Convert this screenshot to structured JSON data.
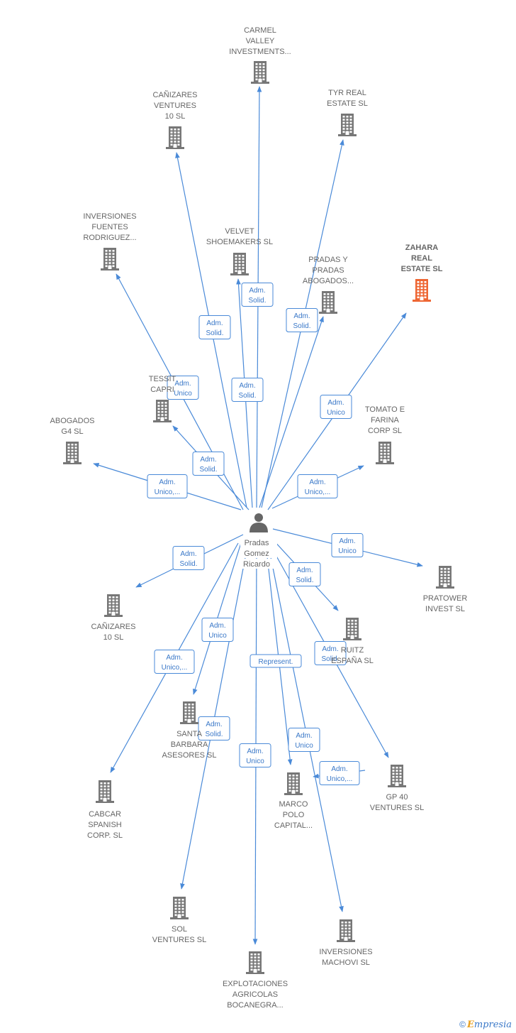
{
  "colors": {
    "edge": "#4a8ad8",
    "company": "#777777",
    "highlight": "#ee6633",
    "person": "#666666"
  },
  "center": {
    "label_lines": [
      "Pradas",
      "Gomez",
      "Ricardo"
    ],
    "icon": "person-icon"
  },
  "nodes": [
    {
      "id": "carmel",
      "lines": [
        "CARMEL",
        "VALLEY",
        "INVESTMENTS..."
      ]
    },
    {
      "id": "canizares_top",
      "lines": [
        "CAÑIZARES",
        "VENTURES",
        "10  SL"
      ]
    },
    {
      "id": "tyr",
      "lines": [
        "TYR REAL",
        "ESTATE  SL"
      ]
    },
    {
      "id": "inversiones_fuentes",
      "lines": [
        "INVERSIONES",
        "FUENTES",
        "RODRIGUEZ..."
      ]
    },
    {
      "id": "velvet",
      "lines": [
        "VELVET",
        "SHOEMAKERS SL"
      ]
    },
    {
      "id": "pradas_abogados",
      "lines": [
        "PRADAS Y",
        "PRADAS",
        "ABOGADOS..."
      ]
    },
    {
      "id": "zahara",
      "lines": [
        "ZAHARA",
        "REAL",
        "ESTATE  SL"
      ],
      "highlight": true
    },
    {
      "id": "tessit",
      "lines": [
        "TESSIT",
        "CAPRI"
      ]
    },
    {
      "id": "abogados_g4",
      "lines": [
        "ABOGADOS",
        "G4  SL"
      ]
    },
    {
      "id": "tomato",
      "lines": [
        "TOMATO E",
        "FARINA",
        "CORP  SL"
      ]
    },
    {
      "id": "pratower",
      "lines": [
        "PRATOWER",
        "INVEST  SL"
      ]
    },
    {
      "id": "canizares_10",
      "lines": [
        "CAÑIZARES",
        "10  SL"
      ]
    },
    {
      "id": "ruitz",
      "lines": [
        "RUITZ",
        "ESPAÑA  SL"
      ]
    },
    {
      "id": "santa_barbara",
      "lines": [
        "SANTA",
        "BARBARA",
        "ASESORES  SL"
      ]
    },
    {
      "id": "gp40",
      "lines": [
        "GP 40",
        "VENTURES  SL"
      ]
    },
    {
      "id": "cabcar",
      "lines": [
        "CABCAR",
        "SPANISH",
        "CORP.   SL"
      ]
    },
    {
      "id": "marco_polo",
      "lines": [
        "MARCO",
        "POLO",
        "CAPITAL..."
      ]
    },
    {
      "id": "sol",
      "lines": [
        "SOL",
        "VENTURES  SL"
      ]
    },
    {
      "id": "machovi",
      "lines": [
        "INVERSIONES",
        "MACHOVI  SL"
      ]
    },
    {
      "id": "explotaciones",
      "lines": [
        "EXPLOTACIONES",
        "AGRICOLAS",
        "BOCANEGRA..."
      ]
    }
  ],
  "edges": [
    {
      "target": "carmel",
      "label": [
        "Adm.",
        "Solid."
      ]
    },
    {
      "target": "canizares_top",
      "label": [
        "Adm.",
        "Solid."
      ]
    },
    {
      "target": "tyr",
      "label": [
        "Adm.",
        "Unico"
      ]
    },
    {
      "target": "inversiones_fuentes",
      "label": [
        "Adm.",
        "Unico"
      ]
    },
    {
      "target": "velvet",
      "label": [
        "Adm.",
        "Solid."
      ]
    },
    {
      "target": "pradas_abogados",
      "label": [
        "Adm.",
        "Solid."
      ]
    },
    {
      "target": "zahara",
      "label": [
        "Adm.",
        "Unico"
      ]
    },
    {
      "target": "tessit",
      "label": [
        "Adm.",
        "Solid."
      ]
    },
    {
      "target": "abogados_g4",
      "label": [
        "Adm.",
        "Unico,..."
      ]
    },
    {
      "target": "tomato",
      "label": [
        "Adm.",
        "Unico,..."
      ]
    },
    {
      "target": "pratower",
      "label": [
        "Adm.",
        "Unico"
      ]
    },
    {
      "target": "canizares_10",
      "label": [
        "Adm.",
        "Solid."
      ]
    },
    {
      "target": "ruitz",
      "label": [
        "Adm.",
        "Solid."
      ]
    },
    {
      "target": "santa_barbara",
      "label": [
        "Adm.",
        "Unico"
      ]
    },
    {
      "target": "gp40",
      "label": [
        "Adm.",
        "Solid."
      ]
    },
    {
      "target": "cabcar",
      "label": [
        "Adm.",
        "Unico,..."
      ]
    },
    {
      "target": "marco_polo",
      "label": [
        "Represent."
      ]
    },
    {
      "target": "marco_polo",
      "label": [
        "Adm.",
        "Unico,..."
      ]
    },
    {
      "target": "sol",
      "label": [
        "Adm.",
        "Solid."
      ]
    },
    {
      "target": "machovi",
      "label": [
        "Adm.",
        "Unico"
      ]
    },
    {
      "target": "explotaciones",
      "label": [
        "Adm.",
        "Unico"
      ]
    }
  ],
  "footer": {
    "copyright": "©",
    "brand_first": "E",
    "brand_rest": "mpresia"
  }
}
